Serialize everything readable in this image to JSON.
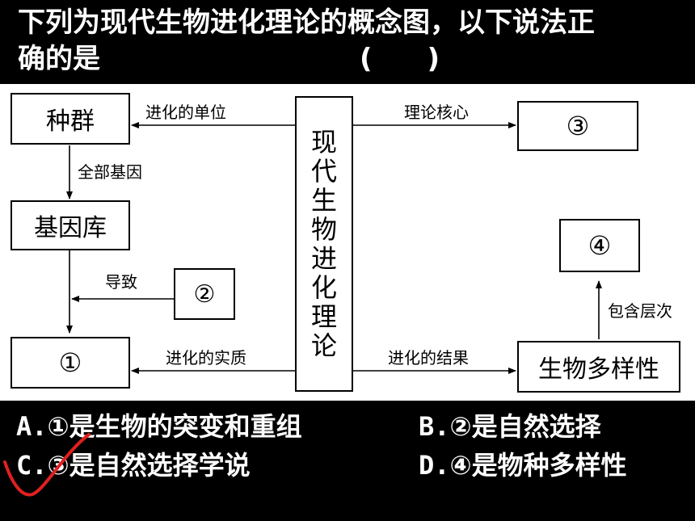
{
  "question": {
    "line1": "下列为现代生物进化理论的概念图，以下说法正",
    "line2": "确的是",
    "paren": "(　　)"
  },
  "diagram": {
    "center": "现代生物进化理论",
    "boxes": {
      "population": "种群",
      "gene_pool": "基因库",
      "one": "①",
      "two": "②",
      "three": "③",
      "four": "④",
      "biodiversity": "生物多样性"
    },
    "labels": {
      "unit": "进化的单位",
      "all_genes": "全部基因",
      "leads_to": "导致",
      "essence": "进化的实质",
      "core": "理论核心",
      "result": "进化的结果",
      "levels": "包含层次"
    }
  },
  "options": {
    "a": {
      "letter": "A.",
      "text": "①是生物的突变和重组"
    },
    "b": {
      "letter": "B.",
      "text": "②是自然选择"
    },
    "c": {
      "letter": "C.",
      "text": "③是自然选择学说"
    },
    "d": {
      "letter": "D.",
      "text": "④是物种多样性"
    }
  },
  "colors": {
    "background": "#000000",
    "diagram_bg": "#ffffff",
    "mark": "#e02020"
  }
}
